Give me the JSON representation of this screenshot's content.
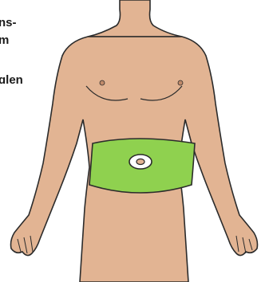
{
  "labels": {
    "line1": "ns-",
    "line2": "m",
    "line3": "ɑlen"
  },
  "colors": {
    "skin": "#e2b493",
    "outline": "#2b2b2b",
    "injection_zone": "#8fd14f",
    "navel_ring": "#ffffff"
  }
}
